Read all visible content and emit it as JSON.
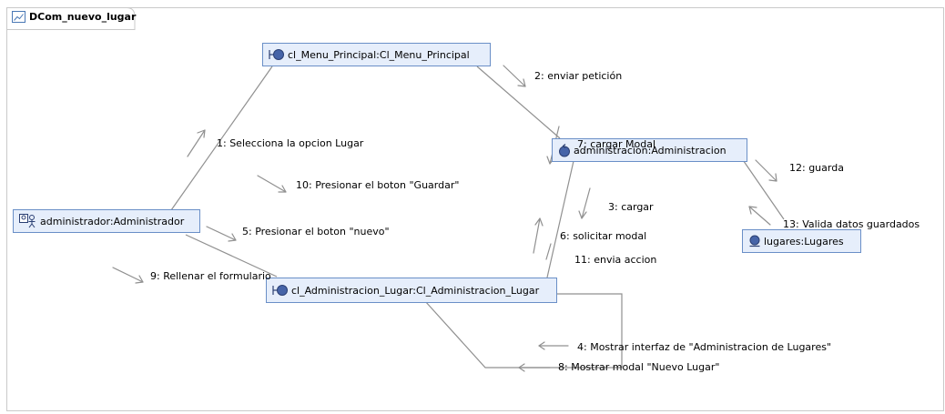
{
  "diagram": {
    "title": "DCom_nuevo_lugar",
    "nodes": {
      "menu": "cl_Menu_Principal:Cl_Menu_Principal",
      "admin_control": "administracion:Administracion",
      "actor": "administrador:Administrador",
      "lugares": "lugares:Lugares",
      "adm_lugar": "cl_Administracion_Lugar:Cl_Administracion_Lugar"
    },
    "messages": {
      "m1": "1: Selecciona la opcion  Lugar",
      "m2": "2: enviar petición",
      "m3": "3: cargar",
      "m4": "4: Mostrar interfaz de \"Administracion de Lugares\"",
      "m5": "5: Presionar el boton \"nuevo\"",
      "m6": "6: solicitar modal",
      "m7": "7: cargar Modal",
      "m8": "8: Mostrar modal \"Nuevo Lugar\"",
      "m9": "9: Rellenar el formulario",
      "m10": "10: Presionar el boton \"Guardar\"",
      "m11": "11: envia accion",
      "m12": "12: guarda",
      "m13": "13: Valida datos guardados"
    }
  },
  "colors": {
    "node_fill": "#e6eefb",
    "node_border": "#6a8fc7",
    "link": "#909090",
    "frame": "#c9c9c9"
  },
  "icons": {
    "tab": "diagram-tab-icon",
    "boundary": "boundary-icon",
    "control": "control-icon",
    "entity": "entity-icon",
    "actor": "actor-icon"
  }
}
